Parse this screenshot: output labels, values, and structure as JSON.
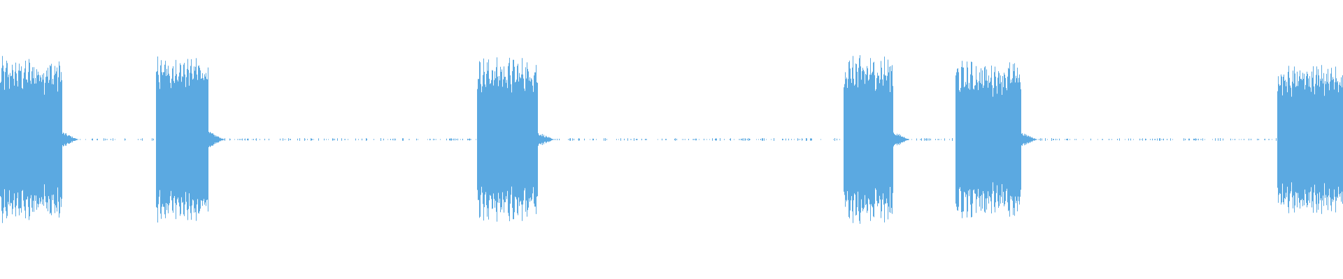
{
  "waveform": {
    "color": "#5ba9e1",
    "background": "#ffffff",
    "amplitude_scale": 1.0,
    "bursts": [
      {
        "start_frac": 0.0,
        "end_frac": 0.046,
        "peak": 0.6
      },
      {
        "start_frac": 0.116,
        "end_frac": 0.155,
        "peak": 0.62
      },
      {
        "start_frac": 0.355,
        "end_frac": 0.4,
        "peak": 0.6
      },
      {
        "start_frac": 0.628,
        "end_frac": 0.665,
        "peak": 0.61
      },
      {
        "start_frac": 0.711,
        "end_frac": 0.76,
        "peak": 0.57
      },
      {
        "start_frac": 0.951,
        "end_frac": 1.0,
        "peak": 0.55
      }
    ],
    "noise_level": 0.01
  }
}
